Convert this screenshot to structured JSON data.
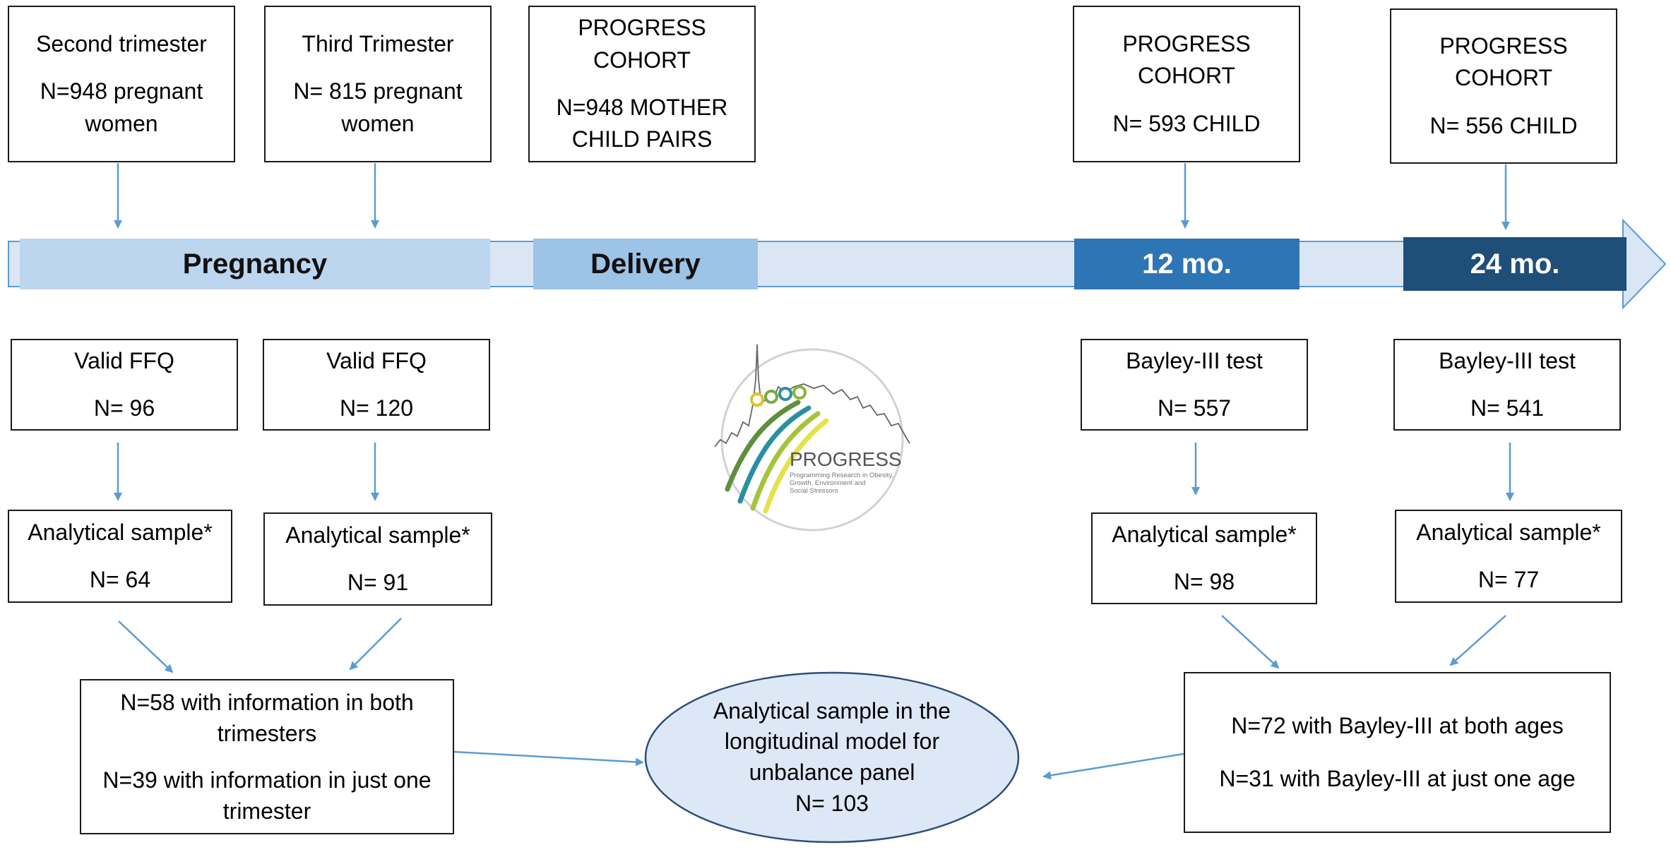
{
  "top_boxes": [
    {
      "lines": [
        "Second trimester",
        "N=948 pregnant",
        "women"
      ]
    },
    {
      "lines": [
        "Third Trimester",
        "N= 815 pregnant",
        "women"
      ]
    },
    {
      "lines": [
        "PROGRESS",
        "COHORT",
        "N=948 MOTHER",
        "CHILD PAIRS"
      ]
    },
    {
      "lines": [
        "PROGRESS",
        "COHORT",
        "N= 593 CHILD"
      ]
    },
    {
      "lines": [
        "PROGRESS",
        "COHORT",
        "N= 556 CHILD"
      ]
    }
  ],
  "timeline": {
    "pregnancy": "Pregnancy",
    "delivery": "Delivery",
    "m12": "12 mo.",
    "m24": "24 mo."
  },
  "valid_boxes": [
    {
      "title": "Valid FFQ",
      "n": "N= 96"
    },
    {
      "title": "Valid FFQ",
      "n": "N= 120"
    },
    {
      "title": "Bayley-III test",
      "n": "N= 557"
    },
    {
      "title": "Bayley-III test",
      "n": "N= 541"
    }
  ],
  "analytical_boxes": [
    {
      "title": "Analytical sample*",
      "n": "N= 64"
    },
    {
      "title": "Analytical sample*",
      "n": "N= 91"
    },
    {
      "title": "Analytical sample*",
      "n": "N= 98"
    },
    {
      "title": "Analytical sample*",
      "n": "N= 77"
    }
  ],
  "left_summary": {
    "line1": "N=58 with information in both",
    "line2": "trimesters",
    "line3": "N=39 with information in just one",
    "line4": "trimester"
  },
  "right_summary": {
    "line1": "N=72 with Bayley-III at both ages",
    "line2": "N=31 with Bayley-III at just one age"
  },
  "center": {
    "line1": "Analytical sample in the",
    "line2": "longitudinal model for",
    "line3": "unbalance panel",
    "line4": "N= 103"
  },
  "logo": {
    "name": "PROGRESS",
    "tagline": [
      "Programming Research in Obesity,",
      "Growth, Environment and",
      "Social Stressors"
    ]
  },
  "colors": {
    "arrow": "#5b9bd5",
    "timeline_bg": "#dbe6f4",
    "pregnancy": "#bdd6ef",
    "delivery": "#9dc3e6",
    "m12": "#2e75b6",
    "m24": "#1f4e79",
    "ellipse_fill": "#dce8f5",
    "ellipse_stroke": "#2e4e7a"
  }
}
